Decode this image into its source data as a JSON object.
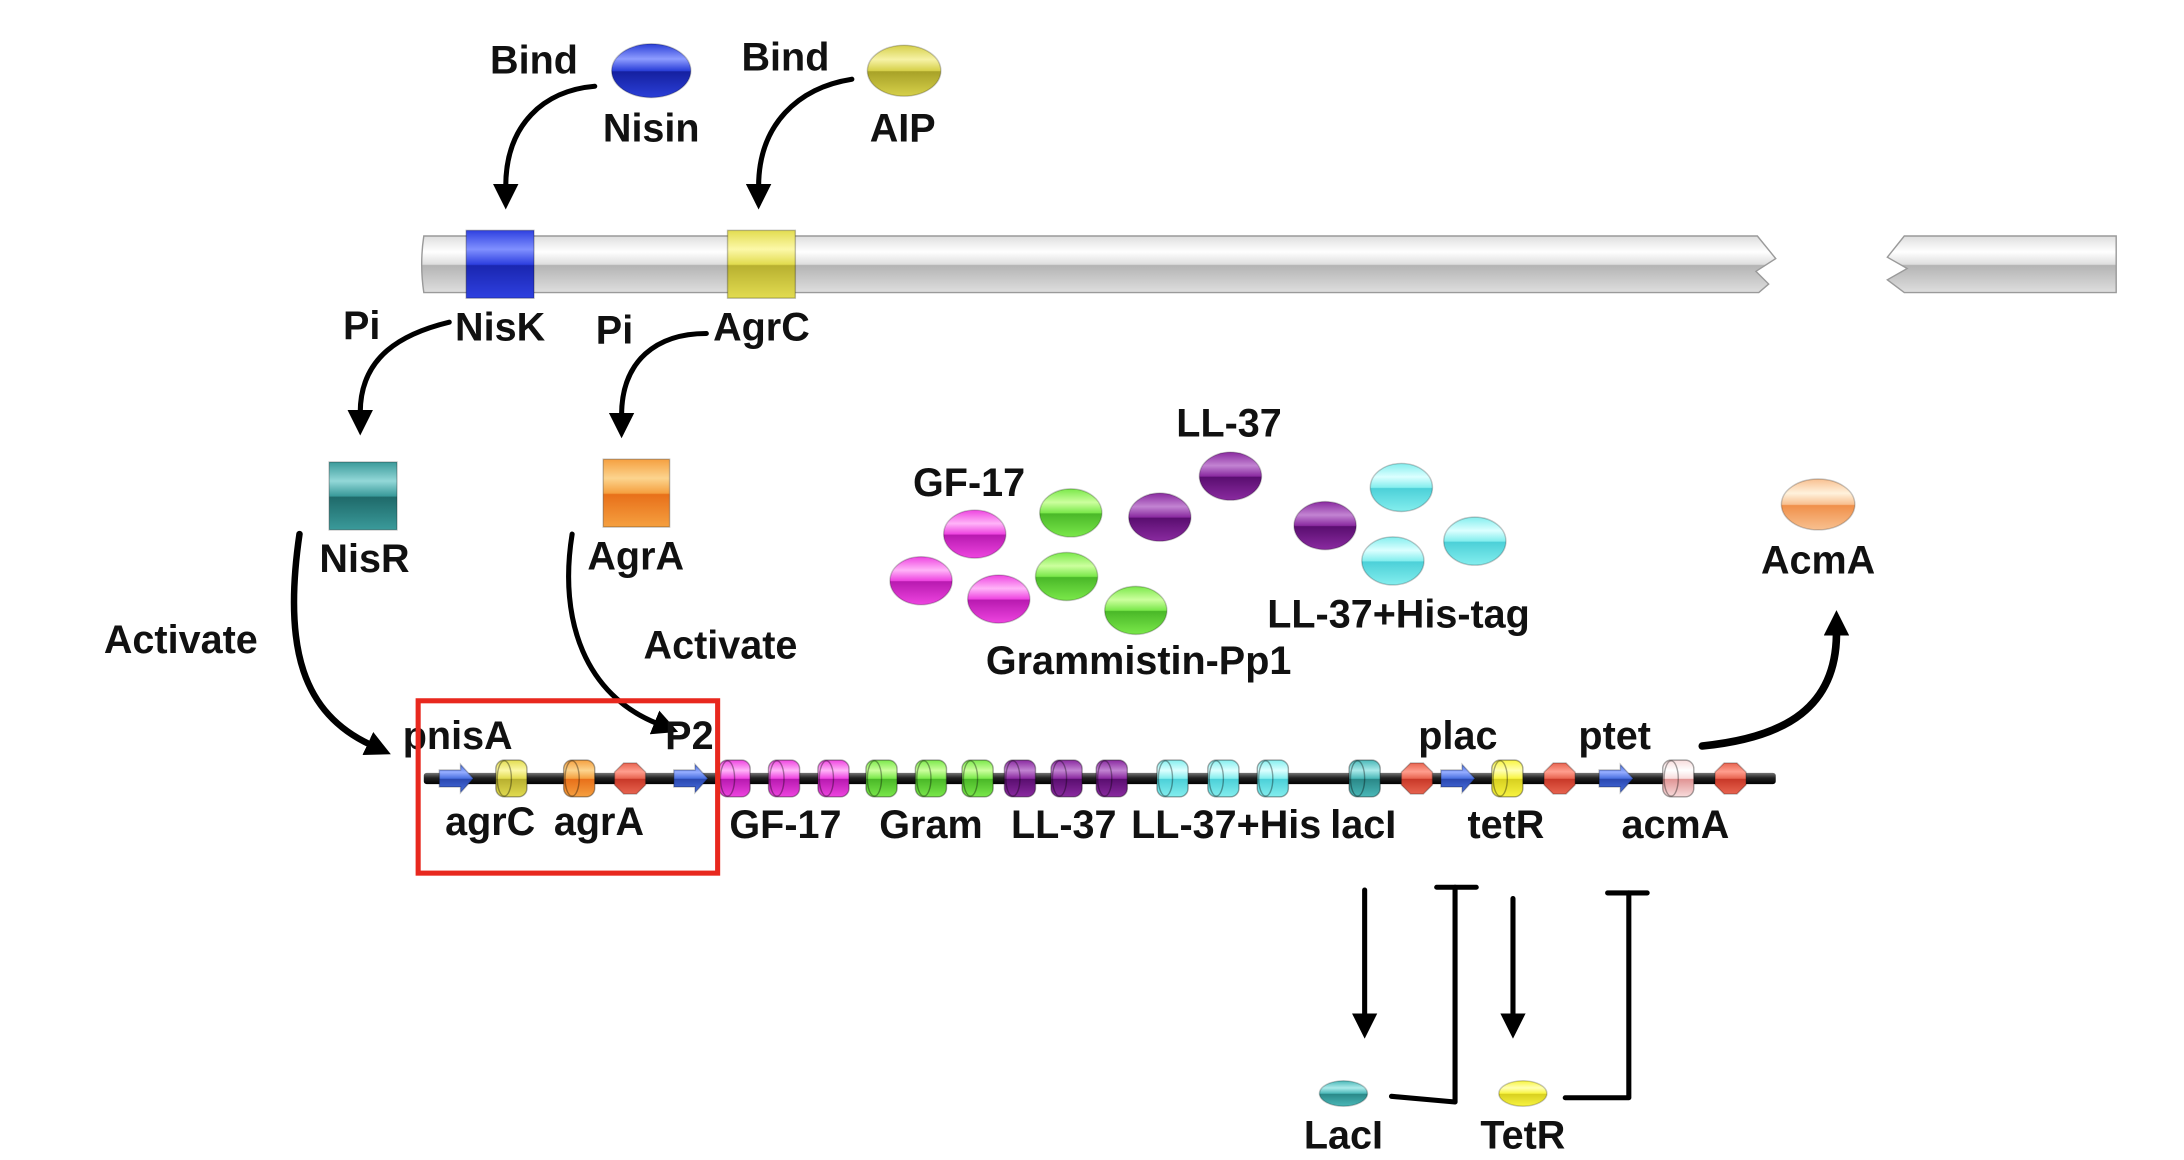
{
  "ligands": {
    "bind_nisin": "Bind",
    "nisin": "Nisin",
    "bind_aip": "Bind",
    "aip": "AIP"
  },
  "membrane": {
    "nisk": "NisK",
    "agrc": "AgrC",
    "pi_nisk": "Pi",
    "pi_agrc": "Pi"
  },
  "regulators": {
    "nisr": "NisR",
    "agra": "AgrA",
    "activate_nisr": "Activate",
    "activate_agra": "Activate"
  },
  "peptides": {
    "gf17": "GF-17",
    "ll37": "LL-37",
    "ll37_his": "LL-37+His-tag",
    "grammistin": "Grammistin-Pp1",
    "acma": "AcmA"
  },
  "promoters": {
    "pnisa": "pnisA",
    "p2": "P2",
    "plac": "plac",
    "ptet": "ptet"
  },
  "genes": {
    "agrc": "agrC",
    "agra": "agrA",
    "gf17": "GF-17",
    "gram": "Gram",
    "ll37": "LL-37",
    "ll37_his": "LL-37+His",
    "laci": "lacI",
    "tetr": "tetR",
    "acma": "acmA"
  },
  "repressors": {
    "laci": "LacI",
    "tetr": "TetR"
  },
  "colors": {
    "highlight_box": "#e8281e",
    "membrane": {
      "light": "#ffffff",
      "base": "#dedede",
      "dark": "#b4b4b4"
    },
    "nisin": {
      "light": "#8e9cff",
      "base": "#2a3fd8",
      "dark": "#1520a0"
    },
    "aip": {
      "light": "#f6f2a6",
      "base": "#d6d04a",
      "dark": "#a8a228"
    },
    "nisk": {
      "light": "#8090ff",
      "base": "#2e40e0",
      "dark": "#1a26b0"
    },
    "agrc": {
      "light": "#fcf8a8",
      "base": "#e2dc50",
      "dark": "#b8b030"
    },
    "nisr": {
      "light": "#93d8d8",
      "base": "#3a9a9a",
      "dark": "#1f6a6a"
    },
    "agra": {
      "light": "#fcd48e",
      "base": "#f5a040",
      "dark": "#e8701a"
    },
    "gf17": {
      "light": "#ffb4f8",
      "base": "#ee44e0",
      "dark": "#b81ab0"
    },
    "grammistin": {
      "light": "#ccff9e",
      "base": "#7ae84a",
      "dark": "#4ab828"
    },
    "ll37": {
      "light": "#c284d2",
      "base": "#8a2aa0",
      "dark": "#5a0e70"
    },
    "ll37_his": {
      "light": "#dcffff",
      "base": "#84eeee",
      "dark": "#4cd0d8"
    },
    "acma": {
      "light": "#fff2dc",
      "base": "#f8c090",
      "dark": "#f0904a"
    },
    "laci": {
      "light": "#aceaea",
      "base": "#4ab8b8",
      "dark": "#2a8888"
    },
    "tetr": {
      "light": "#ffffb4",
      "base": "#f8f440",
      "dark": "#d8d020"
    },
    "acma_gene": {
      "light": "#ffffff",
      "base": "#f8dcdc",
      "dark": "#e09494"
    },
    "promoter": {
      "light": "#94acff",
      "base": "#4a70e0",
      "dark": "#2a48b0"
    },
    "terminator": {
      "light": "#ff9e8e",
      "base": "#e86450",
      "dark": "#c83828"
    }
  }
}
